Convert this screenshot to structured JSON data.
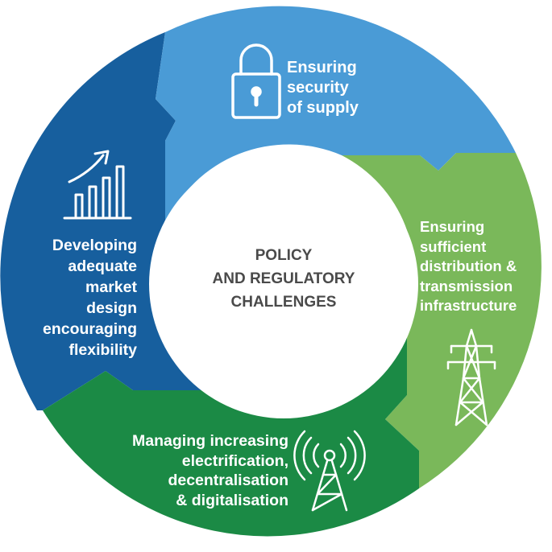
{
  "center": {
    "lines": [
      "POLICY",
      "AND REGULATORY",
      "CHALLENGES"
    ]
  },
  "segments": [
    {
      "id": "security",
      "color": "#4a9bd6",
      "icon": "padlock-icon",
      "lines": [
        "Ensuring",
        "security",
        "of supply"
      ]
    },
    {
      "id": "infrastructure",
      "color": "#7ab85a",
      "icon": "transmission-tower-icon",
      "lines": [
        "Ensuring",
        "sufficient",
        "distribution &",
        "transmission",
        "infrastructure"
      ]
    },
    {
      "id": "electrification",
      "color": "#1b8a45",
      "icon": "antenna-icon",
      "lines": [
        "Managing increasing",
        "electrification,",
        "decentralisation",
        "& digitalisation"
      ]
    },
    {
      "id": "market",
      "color": "#175f9e",
      "icon": "growth-chart-icon",
      "lines": [
        "Developing",
        "adequate",
        "market",
        "design",
        "encouraging",
        "flexibility"
      ]
    }
  ]
}
